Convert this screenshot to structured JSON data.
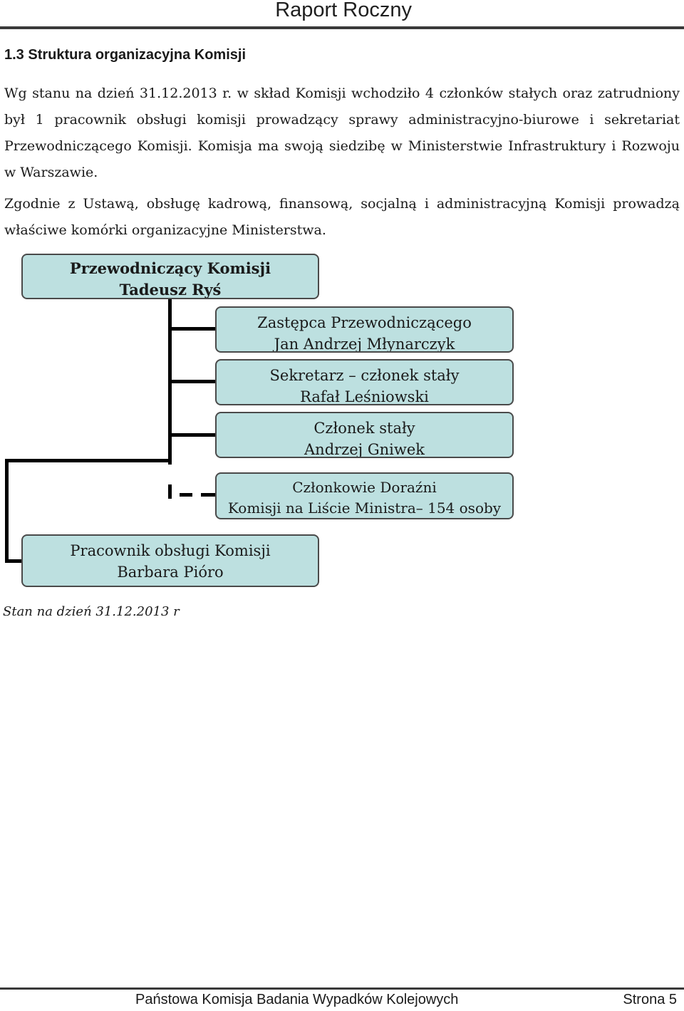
{
  "header": {
    "title": "Raport Roczny"
  },
  "section": {
    "heading": "1.3 Struktura organizacyjna Komisji"
  },
  "paragraphs": [
    "Wg stanu na dzień 31.12.2013 r. w skład Komisji wchodziło 4 członków stałych oraz zatrudniony był 1 pracownik obsługi komisji prowadzący sprawy administracyjno-biurowe i sekretariat Przewodniczącego Komisji. Komisja ma swoją siedzibę w Ministerstwie Infrastruktury i Rozwoju w Warszawie.",
    "Zgodnie z Ustawą, obsługę kadrową, finansową, socjalną i administracyjną Komisji prowadzą właściwe komórki organizacyjne Ministerstwa."
  ],
  "org_chart": {
    "chair": {
      "role": "Przewodniczący Komisji",
      "name": "Tadeusz Ryś"
    },
    "deputy": {
      "role": "Zastępca Przewodniczącego",
      "name": "Jan Andrzej Młynarczyk"
    },
    "secretary": {
      "role": "Sekretarz – członek stały",
      "name": "Rafał Leśniowski"
    },
    "member": {
      "role": "Członek stały",
      "name": "Andrzej Gniwek"
    },
    "adhoc": {
      "role": "Członkowie Doraźni",
      "name": "Komisji na Liście Ministra– 154 osoby"
    },
    "staff": {
      "role": "Pracownik obsługi Komisji",
      "name": "Barbara Pióro"
    },
    "box_color": "#bde0e0",
    "border_color": "#4a4a4a"
  },
  "caption": "Stan na dzień 31.12.2013 r",
  "footer": {
    "left": "Państowa Komisja Badania Wypadków Kolejowych",
    "right": "Strona 5"
  }
}
